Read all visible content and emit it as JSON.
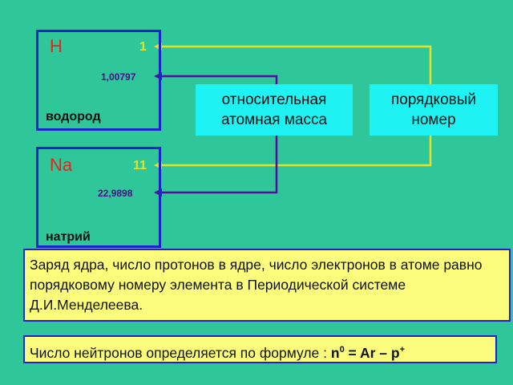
{
  "elements": [
    {
      "symbol": "H",
      "number": "1",
      "mass": "1,00797",
      "name": "водород"
    },
    {
      "symbol": "Na",
      "number": "11",
      "mass": "22,9898",
      "name": "натрий"
    }
  ],
  "labels": {
    "relative_mass_line1": "относительная",
    "relative_mass_line2": "атомная масса",
    "atomic_number_line1": "порядковый",
    "atomic_number_line2": "номер"
  },
  "notes": {
    "charge_text": "Заряд ядра, число протонов в ядре, число электронов в атоме равно порядковому номеру элемента в Периодической системе Д.И.Менделеева.",
    "neutron_text": "Число нейтронов определяется по формуле : ",
    "formula_n": "n",
    "formula_n_sup": "0",
    "formula_mid": " = Ar – p",
    "formula_p_sup": "+"
  },
  "colors": {
    "background": "#2fc69a",
    "box_border": "#1a24c8",
    "symbol": "#e0281e",
    "number_arrow": "#e8e020",
    "mass_arrow": "#4a0a8c",
    "label_fill": "#1ef2f2",
    "note_fill": "#fbfb7c"
  }
}
